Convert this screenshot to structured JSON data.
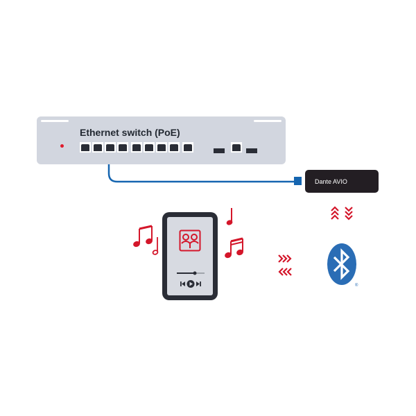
{
  "diagram": {
    "switch": {
      "label": "Ethernet switch (PoE)",
      "rj45_ports": 10,
      "sfp_ports": 2,
      "status_led_color": "#e01b2c"
    },
    "dante_device": {
      "label": "Dante AVIO"
    },
    "cable": {
      "color": "#1565b0"
    },
    "bluetooth": {
      "color": "#2a6db5",
      "registered_mark": "®"
    },
    "phone": {
      "player_progress": 0.65
    },
    "accent_color": "#d4162a"
  }
}
